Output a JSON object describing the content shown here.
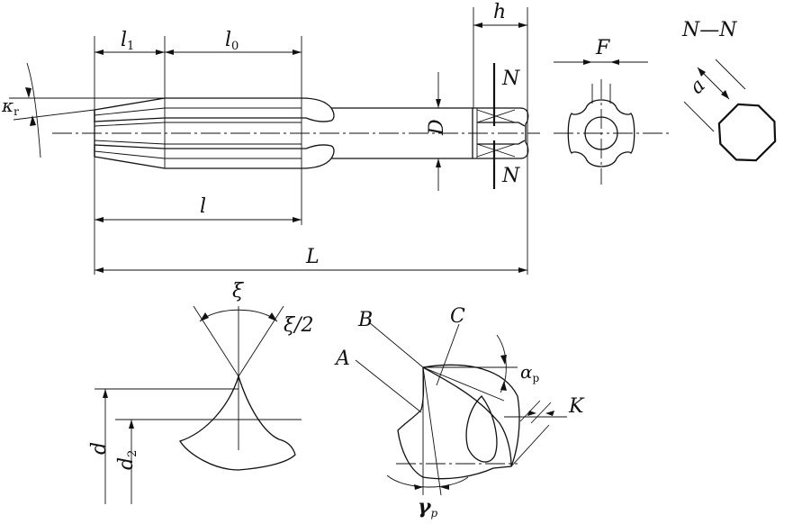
{
  "labels": {
    "l1": "l",
    "l1_sub": "1",
    "l0": "l",
    "l0_sub": "0",
    "h": "h",
    "N_top": "N",
    "N_bottom": "N",
    "section_title": "N—N",
    "F": "F",
    "a": "a",
    "kappa": "κ",
    "kappa_sub": "r",
    "D": "D",
    "l": "l",
    "L": "L",
    "xi": "ξ",
    "xi_half": "ξ/2",
    "d": "d",
    "d2": "d",
    "d2_sub": "2",
    "A": "A",
    "B": "B",
    "C": "C",
    "alpha": "α",
    "alpha_sub": "p",
    "K": "K",
    "gamma": "γ",
    "gamma_sub": "p"
  }
}
